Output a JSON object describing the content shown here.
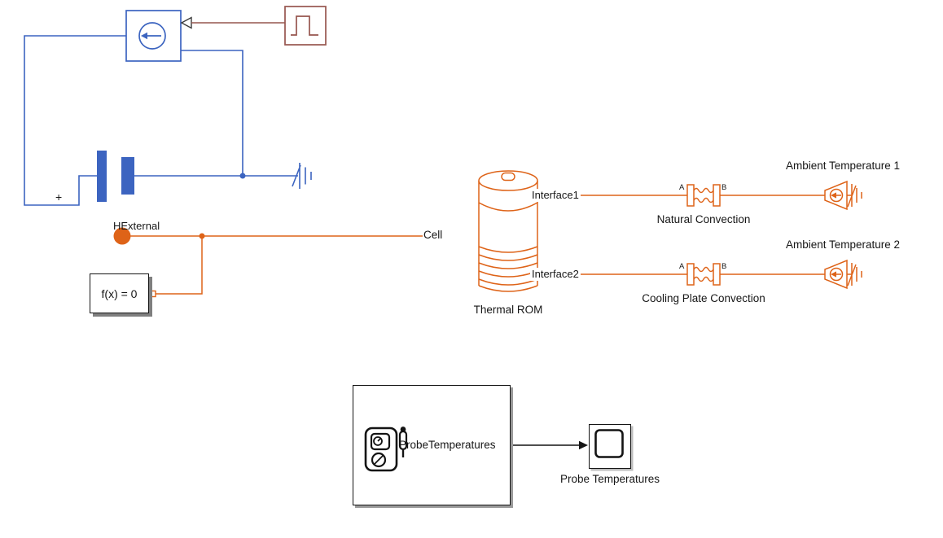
{
  "colors": {
    "electrical_blue": "#3c64c0",
    "thermal_orange": "#de6318",
    "signal_maroon": "#96564f",
    "text": "#161616"
  },
  "diagram": {
    "electrical": {
      "battery_plus": "+",
      "hexternal": "HExternal",
      "solver": "f(x) = 0",
      "cell": "Cell"
    },
    "thermal": {
      "rom_label": "Thermal ROM",
      "interface1": "Interface1",
      "interface2": "Interface2",
      "natural_convection": "Natural Convection",
      "cooling_plate_convection": "Cooling Plate Convection",
      "ambient1": "Ambient Temperature 1",
      "ambient2": "Ambient Temperature 2",
      "conv_port_a": "A",
      "conv_port_b": "B"
    },
    "measurement": {
      "subsystem": "ProbeTemperatures",
      "scope": "Probe Temperatures"
    }
  }
}
